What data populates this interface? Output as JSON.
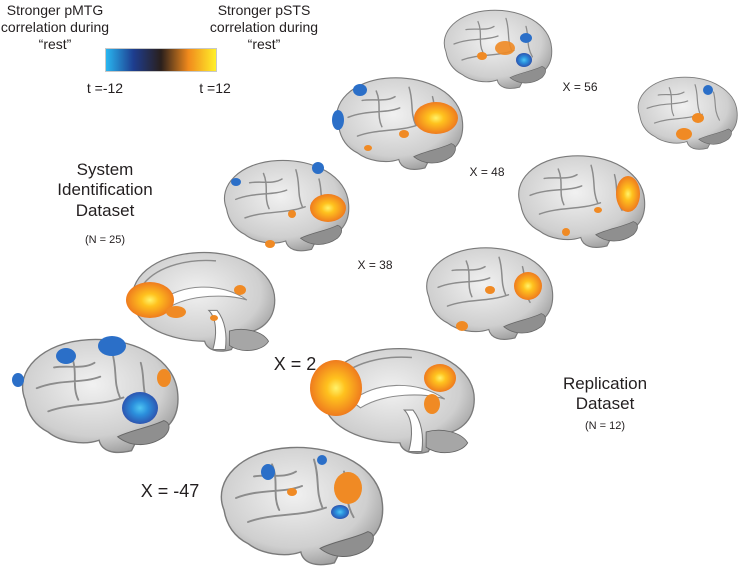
{
  "legend": {
    "left_title": "Stronger pMTG correlation during “rest”",
    "right_title": "Stronger pSTS correlation during “rest”",
    "tick_min": "t =-12",
    "tick_max": "t =12",
    "colormap": [
      "#29b6f0",
      "#1e3d8f",
      "#2a1f1c",
      "#f18a1c",
      "#fff02a"
    ]
  },
  "datasets": {
    "system_identification": {
      "title": "System Identification Dataset",
      "n": "(N = 25)"
    },
    "replication": {
      "title": "Replication Dataset",
      "n": "(N = 12)"
    }
  },
  "slice_labels": [
    "X = 56",
    "X = 48",
    "X = 38",
    "X = 2",
    "X = -47"
  ],
  "colors": {
    "negative": "#2b6fc8",
    "positive": "#f08a24",
    "peak": "#ffd21e"
  }
}
